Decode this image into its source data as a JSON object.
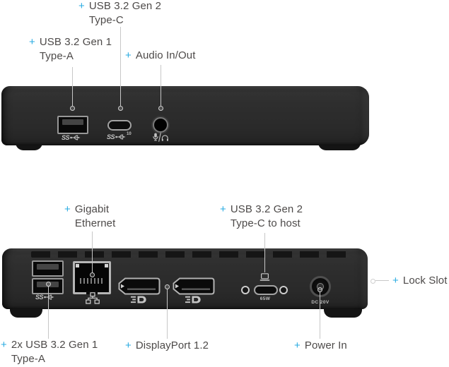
{
  "ui": {
    "plus": "+"
  },
  "front_view": {
    "labels": {
      "type_c": {
        "line1": "USB 3.2 Gen 2",
        "line2": "Type-C"
      },
      "type_a": {
        "line1": "USB 3.2 Gen 1",
        "line2": "Type-A"
      },
      "audio": {
        "line1": "Audio In/Out"
      }
    },
    "markings": {
      "usb_a_logo": "SS",
      "usb_c_logo": "SS",
      "usb_c_speed": "10"
    }
  },
  "back_view": {
    "labels": {
      "ethernet": {
        "line1": "Gigabit",
        "line2": "Ethernet"
      },
      "usb_c_host": {
        "line1": "USB 3.2 Gen 2",
        "line2": "Type-C to host"
      },
      "lock_slot": {
        "line1": "Lock Slot"
      },
      "usb_a": {
        "line1": "2x USB 3.2 Gen 1",
        "line2": "Type-A"
      },
      "displayport": {
        "line1": "DisplayPort 1.2"
      },
      "power": {
        "line1": "Power In"
      }
    },
    "markings": {
      "usb_a_logo": "SS",
      "usb_c_watt": "65W",
      "dc": "DC 20V"
    }
  },
  "icons": {
    "plus-icon": "+",
    "usb-trident-icon": "usb superspeed trident",
    "mic-headphone-icon": "microphone / headphone",
    "ethernet-icon": "network nodes",
    "displayport-icon": "DP logo",
    "host-laptop-icon": "laptop outline",
    "leader-dot": "circle marker"
  },
  "colors": {
    "background": "#ffffff",
    "accent": "#29abe2",
    "label_text": "#4d4a49",
    "leader_line": "#c7c7c7",
    "device_body": "#2d2d2d",
    "port_frame": "#a0a0a0",
    "marking_text": "#c4c4c4"
  }
}
